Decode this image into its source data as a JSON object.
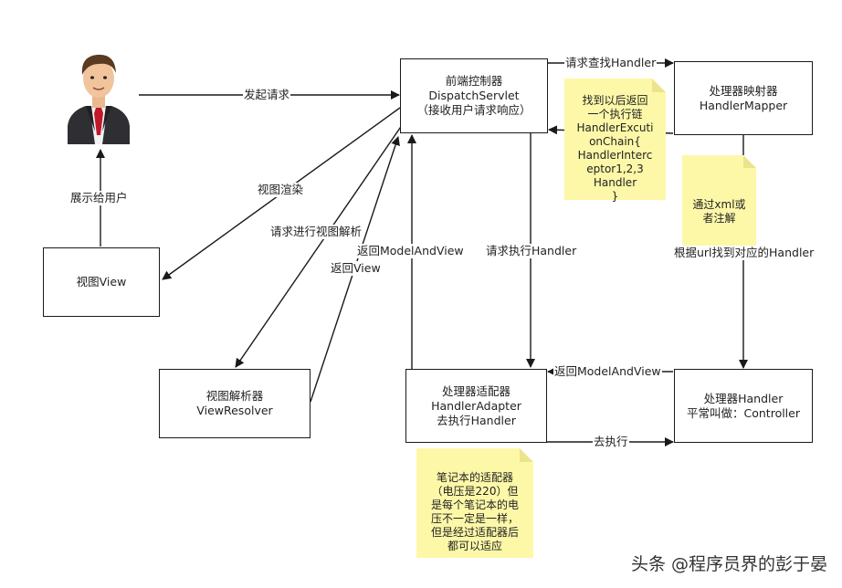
{
  "boxes": {
    "dispatcher": "前端控制器\nDispatchServlet\n（接收用户请求响应）",
    "mapper": "处理器映射器\nHandlerMapper",
    "view": "视图View",
    "resolver": "视图解析器\nViewResolver",
    "adapter": "处理器适配器\nHandlerAdapter\n去执行Handler",
    "handler": "处理器Handler\n平常叫做：Controller"
  },
  "notes": {
    "chain": "找到以后返回\n一个执行链\nHandlerExcuti\nonChain{\nHandlerInterc\neptor1,2,3\nHandler\n}",
    "xml": "通过xml或\n者注解",
    "adapter": "笔记本的适配器\n（电压是220）但\n是每个笔记本的电\n压不一定是一样，\n但是经过适配器后\n都可以适应"
  },
  "labels": {
    "send_request": "发起请求",
    "show_user": "展示给用户",
    "find_handler": "请求查找Handler",
    "view_render": "视图渲染",
    "request_resolve": "请求进行视图解析",
    "return_view": "返回View",
    "return_mav_left": "返回ModelAndView",
    "exec_handler": "请求执行Handler",
    "find_by_url": "根据url找到对应的Handler",
    "return_mav_right": "返回ModelAndView",
    "go_exec": "去执行"
  },
  "watermark": "头条 @程序员界的彭于晏",
  "colors": {
    "note": "#fdf8a8",
    "line": "#1a1a1a"
  }
}
